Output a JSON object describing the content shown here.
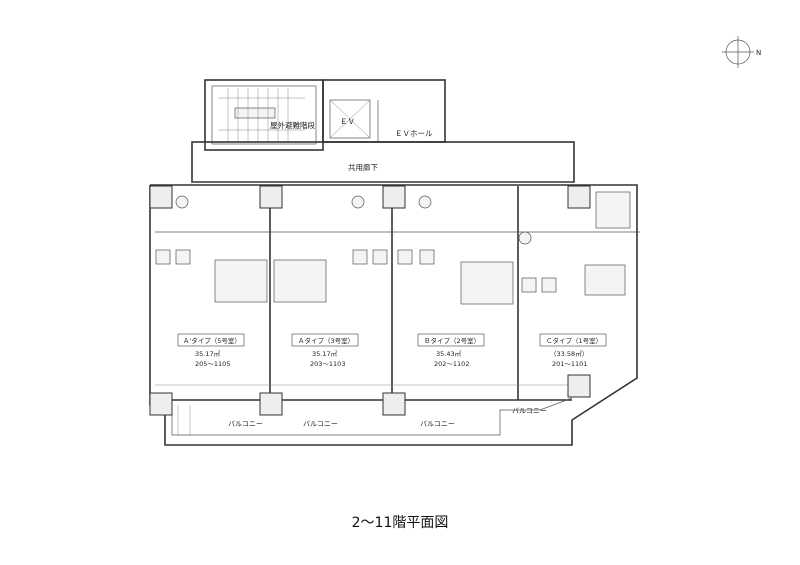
{
  "caption": "2〜11階平面図",
  "compass_letter": "N",
  "labels": {
    "stair": "屋外避難階段",
    "elevator": "ＥＶ",
    "ev_hall": "ＥＶホール",
    "corridor": "共用廊下",
    "balcony": "バルコニー"
  },
  "units": [
    {
      "type": "Ａ'タイプ（5号室）",
      "area": "35.17㎡",
      "rooms": "205〜1105"
    },
    {
      "type": "Ａタイプ（3号室）",
      "area": "35.17㎡",
      "rooms": "203〜1103"
    },
    {
      "type": "Ｂタイプ（2号室）",
      "area": "35.43㎡",
      "rooms": "202〜1102"
    },
    {
      "type": "Ｃタイプ（1号室）",
      "area": "（33.58㎡）",
      "rooms": "201〜1101"
    }
  ]
}
